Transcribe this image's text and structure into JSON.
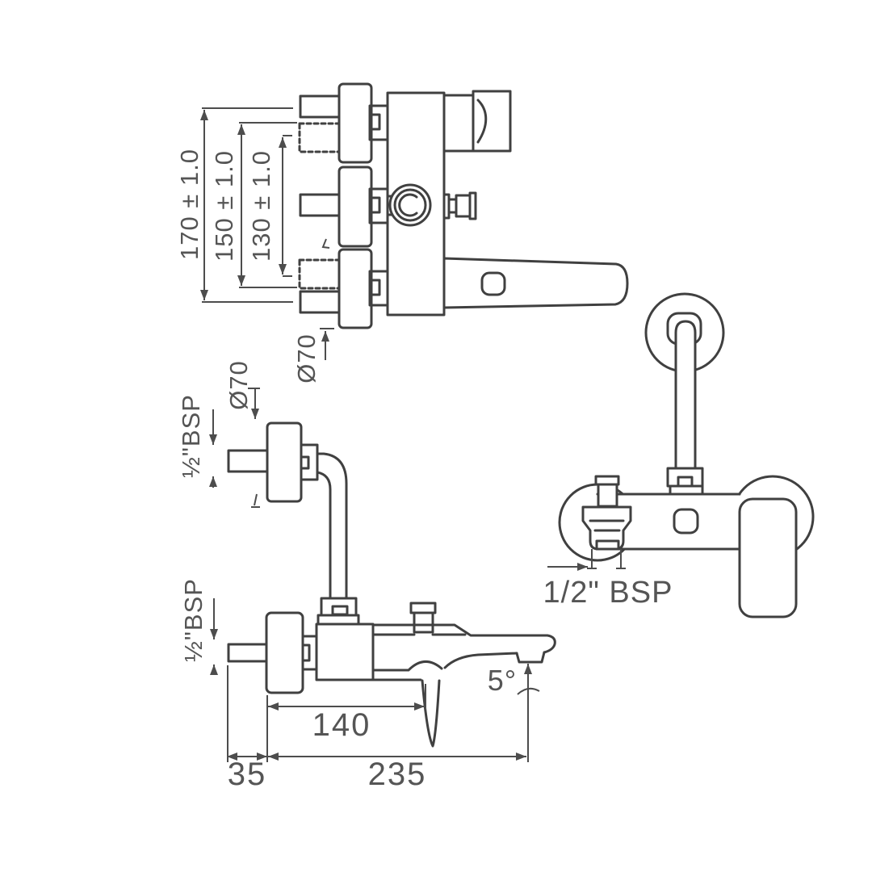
{
  "meta": {
    "background": "#ffffff",
    "line_color": "#404040",
    "dimension_color": "#4d4d4d",
    "text_color": "#555555"
  },
  "views": {
    "top": {
      "dim_170": "170 ± 1.0",
      "dim_150": "150 ± 1.0",
      "dim_130": "130 ± 1.0",
      "escutcheon_dia": "Ø70"
    },
    "side": {
      "escutcheon_dia": "Ø70",
      "thread_upper": "½\"BSP",
      "thread_lower": "½\"BSP",
      "dim_handle": "140",
      "dim_wall": "35",
      "dim_reach": "235",
      "spout_angle": "5°"
    },
    "front": {
      "thread": "1/2\" BSP"
    }
  }
}
